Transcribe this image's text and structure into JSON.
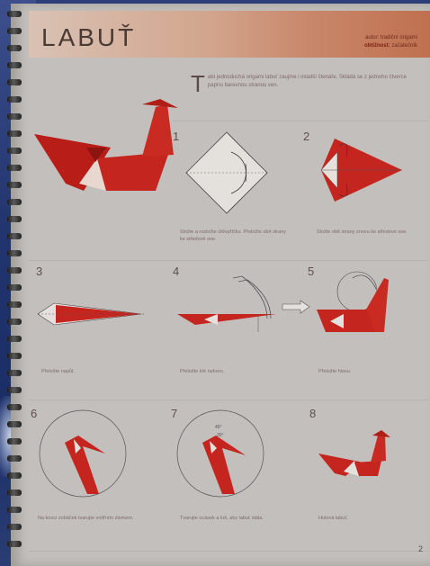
{
  "page": {
    "title": "LABUŤ",
    "meta_line1": "autor: tradiční origami",
    "meta_line2_label": "obtížnost:",
    "meta_line2_value": "začátečník",
    "intro_dropcap": "T",
    "intro_text": "ato jednoduchá origami labuť zaujme i mladší čtenáře. Skládá se z jednoho čtverce papíru barevnou stranou ven."
  },
  "steps": [
    {
      "num": "1",
      "caption": "Složte a rozložte úhlopříčku. Přeložte obě strany ke středové ose."
    },
    {
      "num": "2",
      "caption": "Složte obě strany znovu ke středové ose."
    },
    {
      "num": "3",
      "caption": "Přeložte napůl."
    },
    {
      "num": "4",
      "caption": "Přeložte krk nahoru."
    },
    {
      "num": "5",
      "caption": "Přeložte hlavu."
    },
    {
      "num": "6",
      "caption": "Na konci zobáček tvarujte vnitřním zlomem."
    },
    {
      "num": "7",
      "caption": "Tvarujte ocásek a krk, aby labuť stála."
    },
    {
      "num": "8",
      "caption": "Hotová labuť."
    }
  ],
  "page_number": "2",
  "colors": {
    "paper": "#c3bfbc",
    "red": "#c0241f",
    "header": "#c8876a"
  }
}
